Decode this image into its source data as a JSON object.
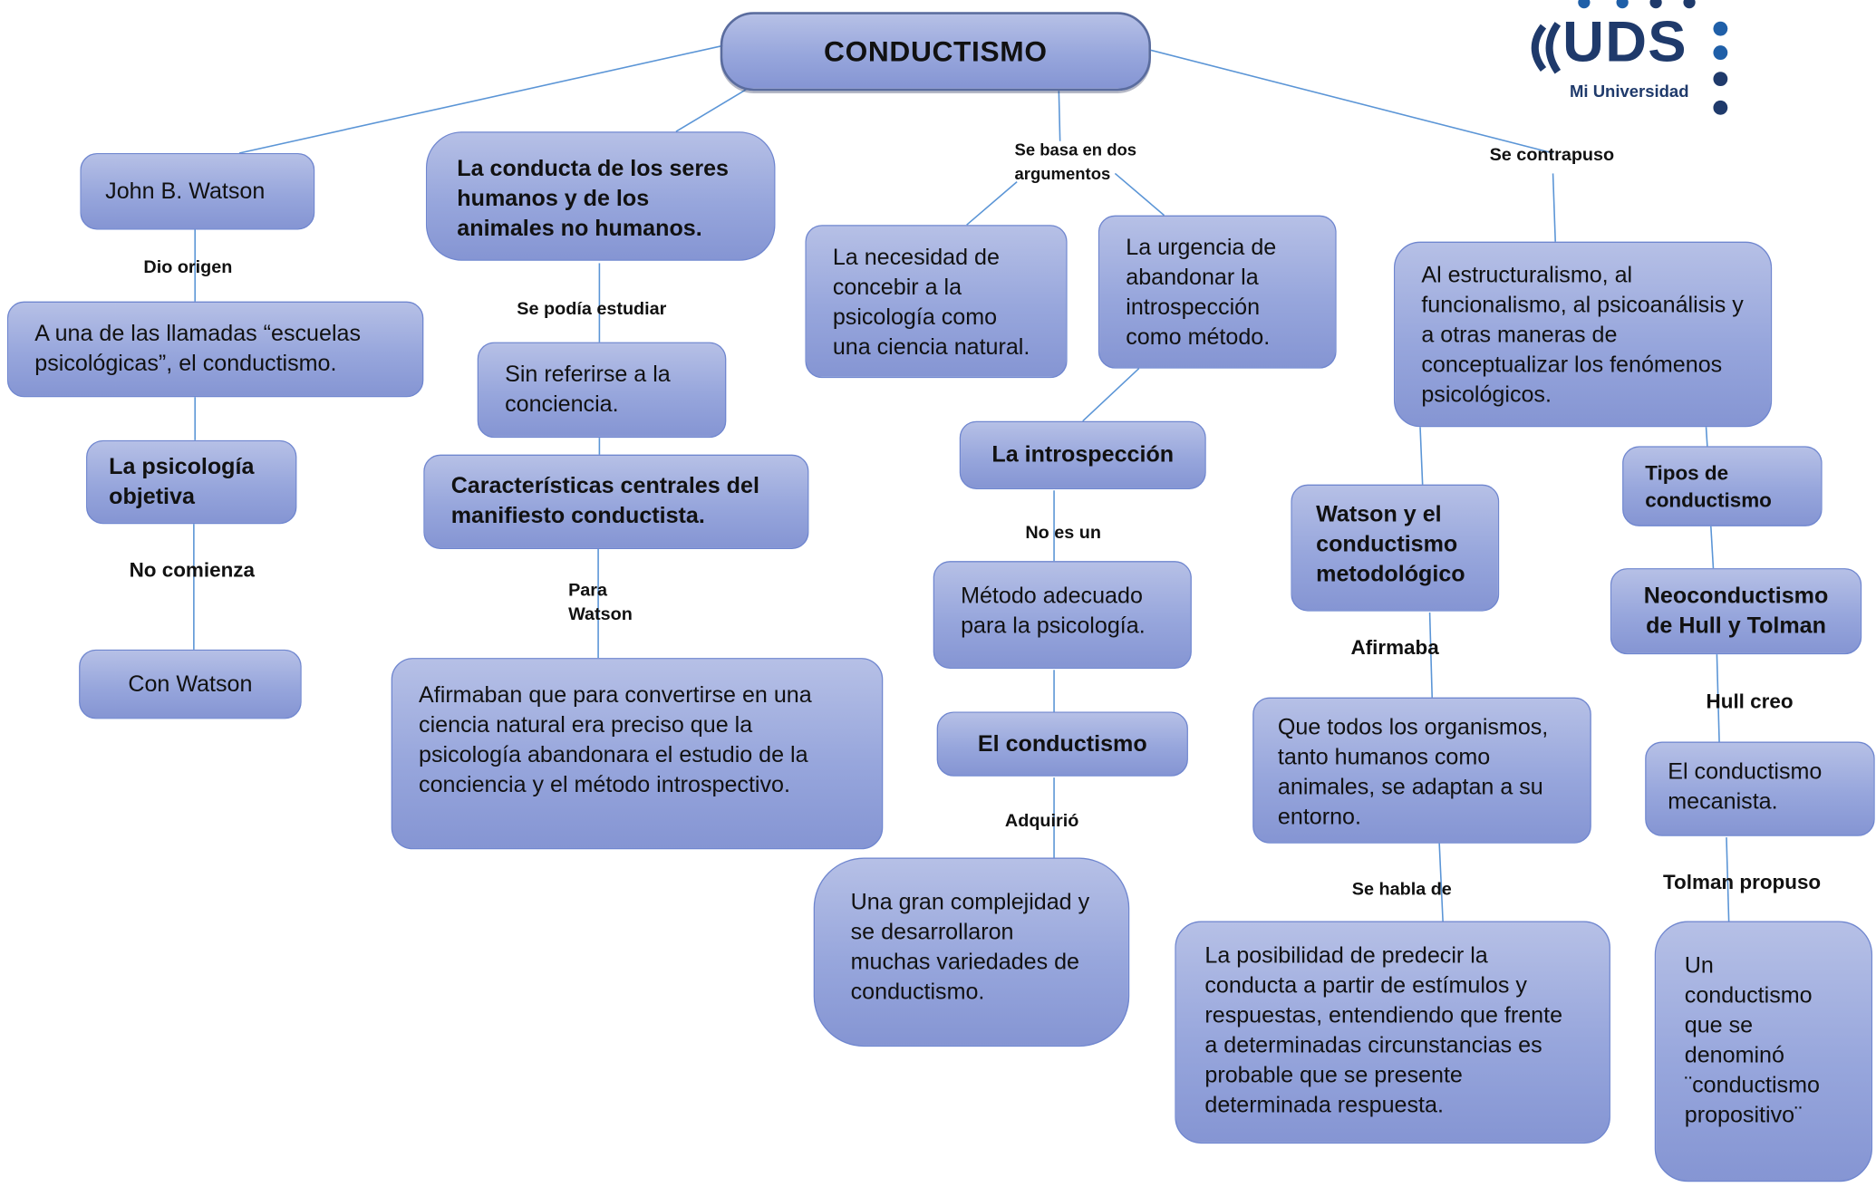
{
  "diagram": {
    "title": "CONDUCTISMO",
    "logo": {
      "text": "UDS",
      "subtitle": "Mi Universidad",
      "brand_color": "#1f3a6b"
    },
    "colors": {
      "node_fill": "#9aa8dd",
      "node_border": "#6f86cf",
      "connector": "#5b95d6"
    },
    "nodes": {
      "watson": "John B. Watson",
      "origin_text": "A una de las llamadas “escuelas psicológicas”, el conductismo.",
      "objective_psych": "La psicología objetiva",
      "with_watson": "Con Watson",
      "behavior_beings": "La conducta de los seres humanos y de los animales no humanos.",
      "no_conscience": "Sin referirse a la conciencia.",
      "manifesto": "Características centrales del manifiesto conductista.",
      "natural_science": "Afirmaban que para convertirse en una ciencia natural era preciso que la psicología abandonara el estudio de la conciencia y el método introspectivo.",
      "need_science": "La necesidad de concebir a la psicología como una ciencia natural.",
      "urgency": "La urgencia de abandonar la introspección como método.",
      "introspection": "La introspección",
      "adequate_method": "Método adecuado para la psicología.",
      "behaviorism": "El conductismo",
      "complexity": "Una gran complejidad y se desarrollaron muchas variedades de conductismo.",
      "structuralism": "Al estructuralismo, al funcionalismo, al psicoanálisis y a otras maneras de conceptualizar los fenómenos psicológicos.",
      "methodological": "Watson y el conductismo metodológico",
      "organisms": "Que todos los organismos, tanto humanos como animales, se adaptan a su entorno.",
      "prediction": "La posibilidad de predecir la conducta a partir de estímulos y respuestas, entendiendo que frente a determinadas circunstancias es probable que se presente determinada respuesta.",
      "types": "Tipos de conductismo",
      "neo": "Neoconductismo de Hull y Tolman",
      "mechanist": "El conductismo mecanista.",
      "purposive": "Un conductismo que se denominó ¨conductismo propositivo¨"
    },
    "labels": {
      "dio_origen": "Dio origen",
      "no_comienza": "No comienza",
      "se_podia": "Se podía estudiar",
      "para_watson": "Para Watson",
      "se_basa": "Se basa en dos argumentos",
      "no_es_un": "No es un",
      "adquirio": "Adquirió",
      "se_contrapuso": "Se contrapuso",
      "afirmaba": "Afirmaba",
      "se_habla": "Se habla de",
      "hull_creo": "Hull creo",
      "tolman_propuso": "Tolman propuso"
    }
  }
}
